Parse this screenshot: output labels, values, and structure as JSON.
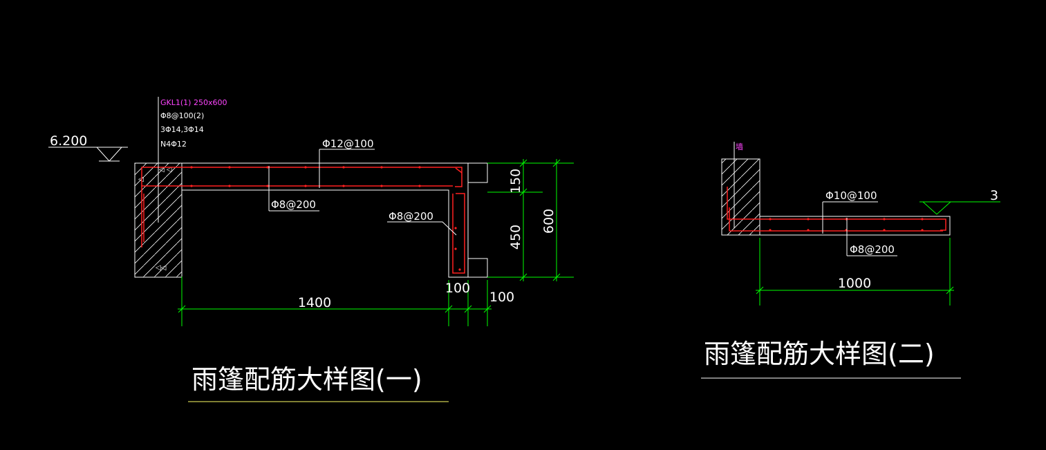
{
  "colors": {
    "background": "#000000",
    "concrete": "#ffffff",
    "rebar": "#ff2020",
    "dimension": "#00ff00",
    "leader": "#ffffff",
    "title_underline": "#ffff66",
    "annotation": "#ff44ff"
  },
  "detail1": {
    "elevation": "6.200",
    "beam_name": "GKL1(1) 250x600",
    "beam_stirrup": "Φ8@100(2)",
    "beam_main": "3Φ14,3Φ14",
    "beam_waist": "N4Φ12",
    "top_bar": "Φ12@100",
    "dist_bar": "Φ8@200",
    "edge_bar": "Φ8@200",
    "dim_150": "150",
    "dim_450": "450",
    "dim_600": "600",
    "dim_1400": "1400",
    "dim_100a": "100",
    "dim_100b": "100",
    "title": "雨篷配筋大样图(一)"
  },
  "detail2": {
    "wall_label": "墙",
    "top_bar": "Φ10@100",
    "dist_bar": "Φ8@200",
    "elevation": "3",
    "dim_1000": "1000",
    "title": "雨篷配筋大样图(二)"
  }
}
